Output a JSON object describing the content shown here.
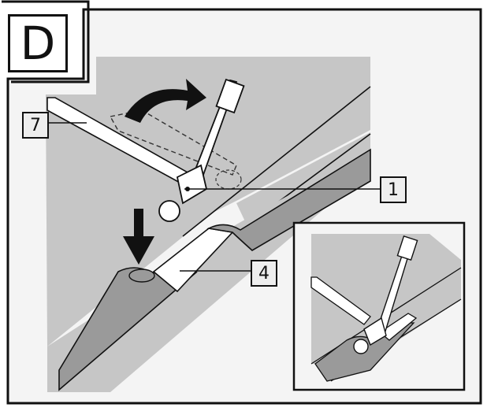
{
  "panel": {
    "letter": "D"
  },
  "callouts": {
    "c7": "7",
    "c1": "1",
    "c4": "4"
  },
  "colors": {
    "background": "#f4f4f4",
    "surface": "#c9c9c9",
    "tube": "#9a9a9a",
    "outline": "#111111"
  }
}
